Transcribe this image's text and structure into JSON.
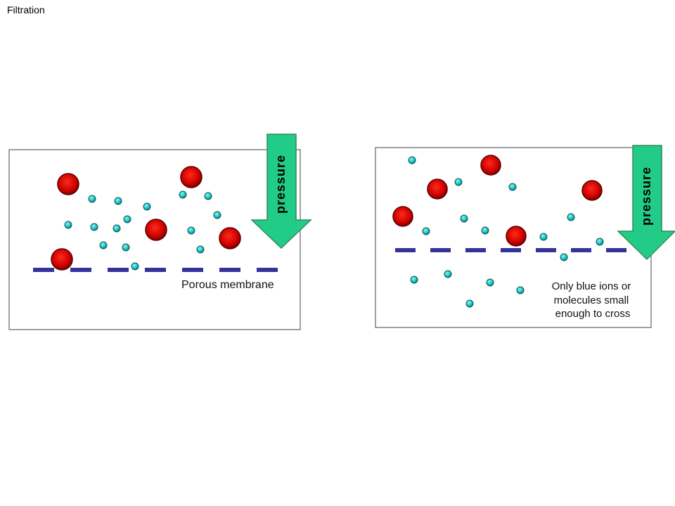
{
  "title": "Filtration",
  "left_panel": {
    "pressure_label": "pressure",
    "membrane_label": "Porous membrane"
  },
  "right_panel": {
    "pressure_label": "pressure",
    "caption_lines": [
      "Only blue ions or",
      "molecules small",
      "enough to cross"
    ]
  },
  "colors": {
    "large_particle": "#cc0000",
    "small_particle": "#22cccc",
    "membrane": "#333399",
    "arrow": "#22cc88"
  }
}
